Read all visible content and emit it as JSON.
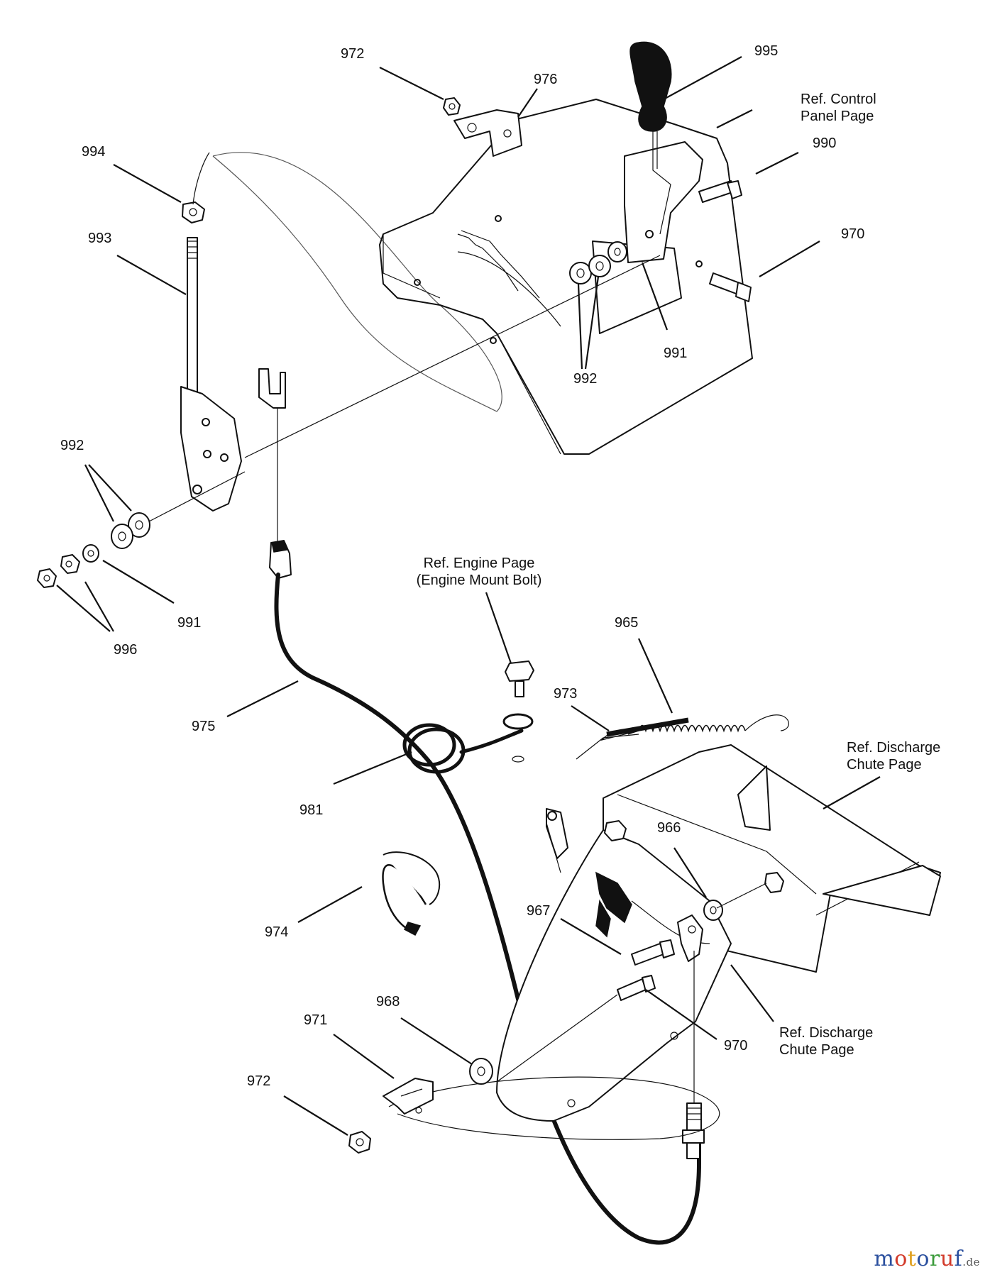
{
  "diagram": {
    "labels": [
      {
        "id": "972-top",
        "text": "972"
      },
      {
        "id": "976",
        "text": "976"
      },
      {
        "id": "995",
        "text": "995"
      },
      {
        "id": "ref-control-panel",
        "text": "Ref. Control\nPanel Page"
      },
      {
        "id": "990",
        "text": "990"
      },
      {
        "id": "970-top",
        "text": "970"
      },
      {
        "id": "994",
        "text": "994"
      },
      {
        "id": "993",
        "text": "993"
      },
      {
        "id": "991-top",
        "text": "991"
      },
      {
        "id": "992-top",
        "text": "992"
      },
      {
        "id": "992-left",
        "text": "992"
      },
      {
        "id": "991-left",
        "text": "991"
      },
      {
        "id": "996",
        "text": "996"
      },
      {
        "id": "ref-engine",
        "text": "Ref. Engine Page\n(Engine Mount Bolt)"
      },
      {
        "id": "965",
        "text": "965"
      },
      {
        "id": "973",
        "text": "973"
      },
      {
        "id": "ref-discharge-top",
        "text": "Ref. Discharge\nChute Page"
      },
      {
        "id": "975",
        "text": "975"
      },
      {
        "id": "981",
        "text": "981"
      },
      {
        "id": "966",
        "text": "966"
      },
      {
        "id": "974",
        "text": "974"
      },
      {
        "id": "967",
        "text": "967"
      },
      {
        "id": "968",
        "text": "968"
      },
      {
        "id": "971",
        "text": "971"
      },
      {
        "id": "970-bottom",
        "text": "970"
      },
      {
        "id": "ref-discharge-bottom",
        "text": "Ref. Discharge\nChute Page"
      },
      {
        "id": "972-bottom",
        "text": "972"
      }
    ]
  },
  "watermark": {
    "brand": "motoruf",
    "tld": ".de",
    "colors": {
      "m": "#2a4f9e",
      "o1": "#d23a2a",
      "t": "#e0a020",
      "o2": "#2a4f9e",
      "r": "#3a9a3a",
      "u": "#d23a2a",
      "f": "#2a4f9e",
      "tld": "#555555"
    }
  }
}
